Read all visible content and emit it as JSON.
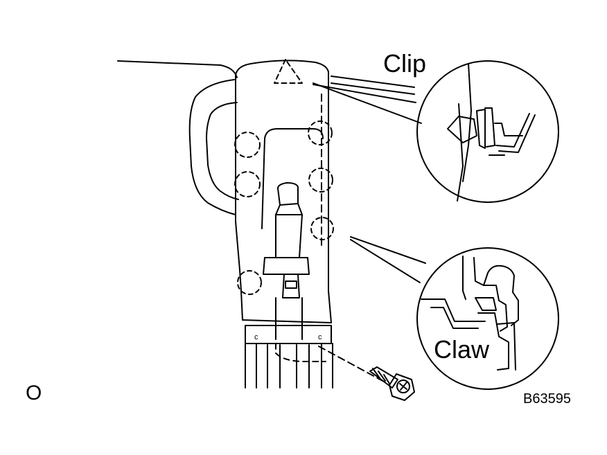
{
  "labels": {
    "clip": "Clip",
    "claw": "Claw",
    "figure_code": "B63595",
    "corner_mark": "O"
  },
  "colors": {
    "line": "#000000",
    "background": "#ffffff"
  },
  "icons": [
    "clip-detail-icon",
    "claw-detail-icon",
    "screw-icon",
    "seat-belt-buckle-icon"
  ]
}
